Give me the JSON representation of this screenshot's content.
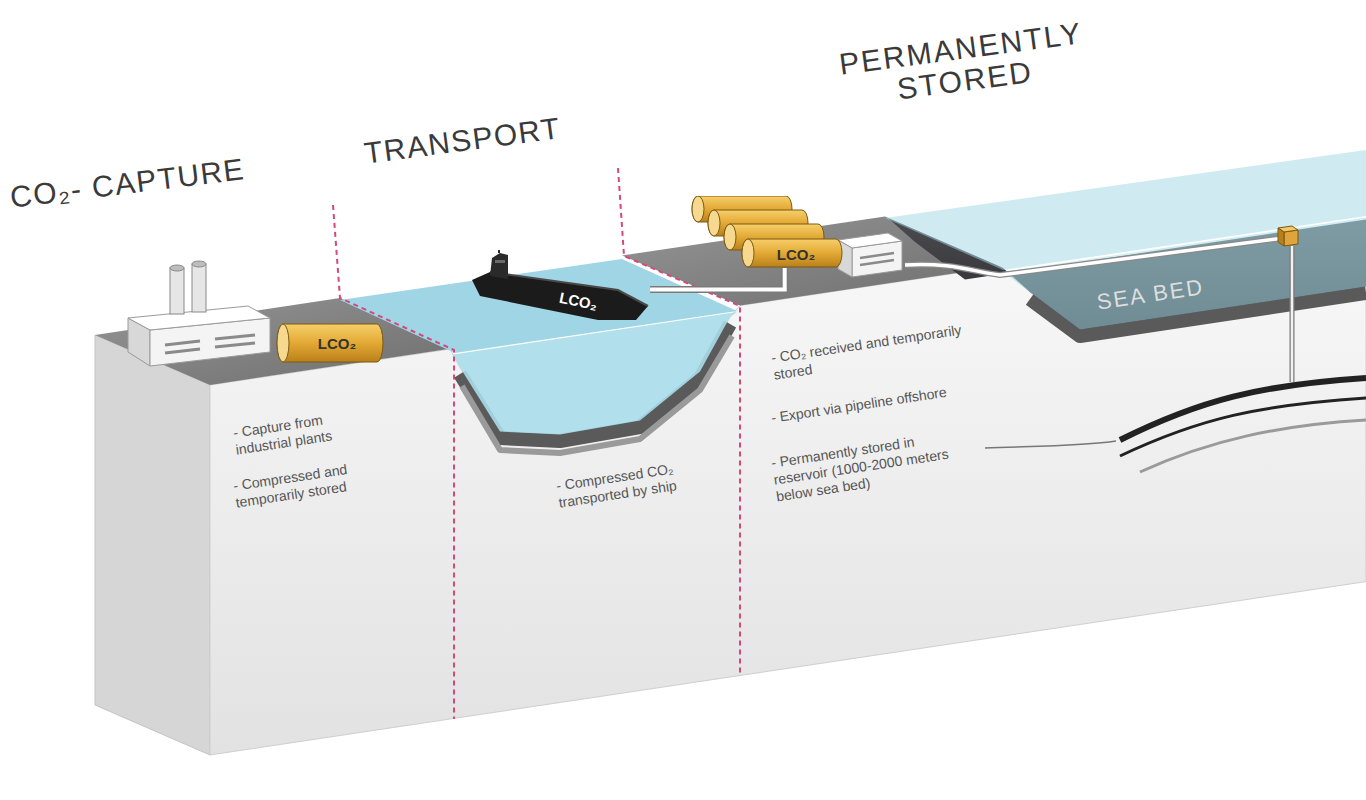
{
  "diagram": {
    "nodes": [
      {
        "text": [
          "LCO₂"
        ]
      },
      {
        "text": [
          "LCO₂"
        ]
      },
      {
        "text": [
          "LCO₂"
        ]
      }
    ],
    "edges": [
      {
        "from": 1,
        "to": 2,
        "arrow": "none"
      }
    ],
    "labels": [
      "CO₂- CAPTURE",
      "TRANSPORT",
      "PERMANENTLY STORED",
      "- Capture from industrial plants",
      "- Compressed and temporarily stored",
      "- Compressed CO₂ transported by ship",
      "- CO₂ received and temporarily stored",
      "- Export via pipeline offshore",
      "- Permanently stored in reservoir (1000-2000 meters below sea bed)",
      "SEA BED"
    ]
  }
}
